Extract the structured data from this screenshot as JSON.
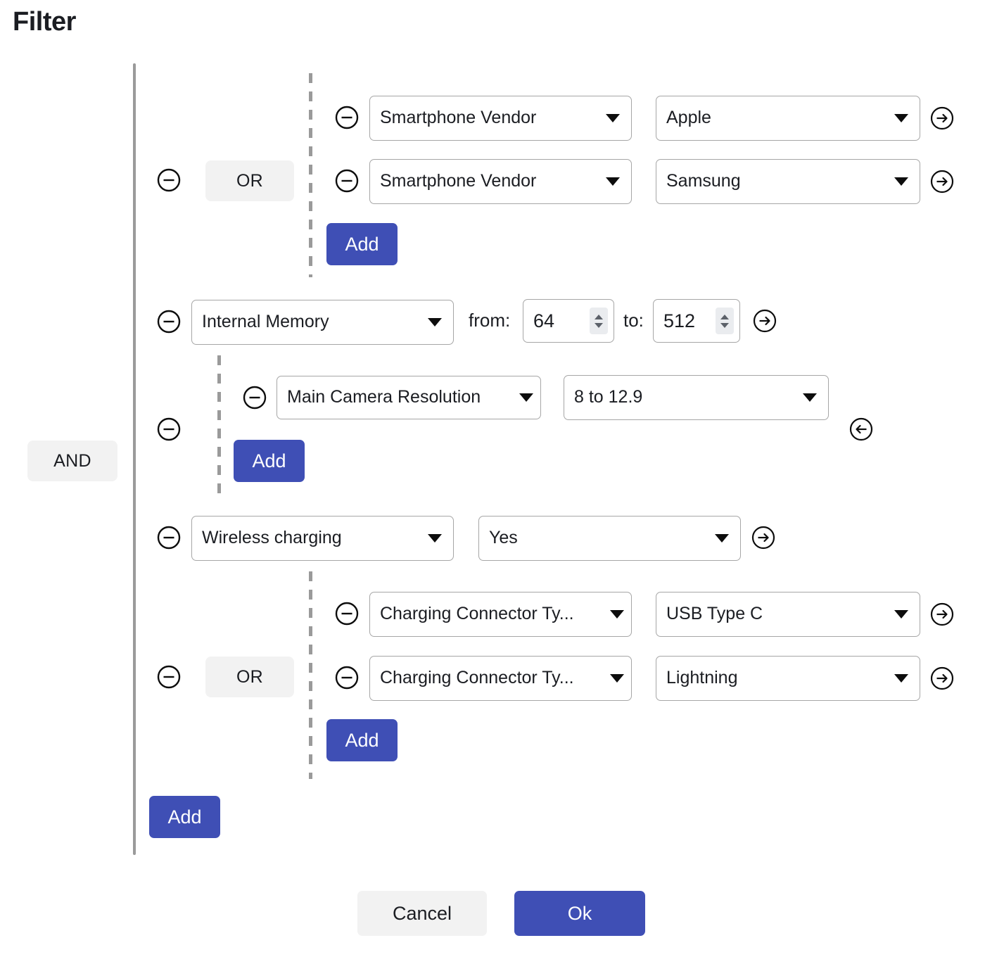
{
  "title": "Filter",
  "root_group": {
    "operator": "AND",
    "remove_icon": "minus-circle-icon",
    "add_label": "Add"
  },
  "groups": [
    {
      "operator": "OR",
      "add_label": "Add",
      "conditions": [
        {
          "field": "Smartphone Vendor",
          "value": "Apple",
          "action_icon": "arrow-right-circle-icon"
        },
        {
          "field": "Smartphone Vendor",
          "value": "Samsung",
          "action_icon": "arrow-right-circle-icon"
        }
      ]
    },
    {
      "operator": "",
      "add_label": "Add",
      "conditions": [
        {
          "field": "Main Camera Resolution",
          "value": "8 to 12.9",
          "action_icon": "arrow-left-circle-icon"
        }
      ]
    },
    {
      "operator": "OR",
      "add_label": "Add",
      "conditions": [
        {
          "field": "Charging Connector Ty...",
          "value": "USB Type C",
          "action_icon": "arrow-right-circle-icon"
        },
        {
          "field": "Charging Connector Ty...",
          "value": "Lightning",
          "action_icon": "arrow-right-circle-icon"
        }
      ]
    }
  ],
  "range_condition": {
    "field": "Internal Memory",
    "from_label": "from:",
    "from_value": "64",
    "to_label": "to:",
    "to_value": "512",
    "action_icon": "arrow-right-circle-icon"
  },
  "bool_condition": {
    "field": "Wireless charging",
    "value": "Yes",
    "action_icon": "arrow-right-circle-icon"
  },
  "footer": {
    "cancel_label": "Cancel",
    "ok_label": "Ok"
  },
  "colors": {
    "primary": "#3f4fb5",
    "badge_bg": "#f2f2f2",
    "rail": "#9a9a9a",
    "border": "#a6a6a6"
  }
}
